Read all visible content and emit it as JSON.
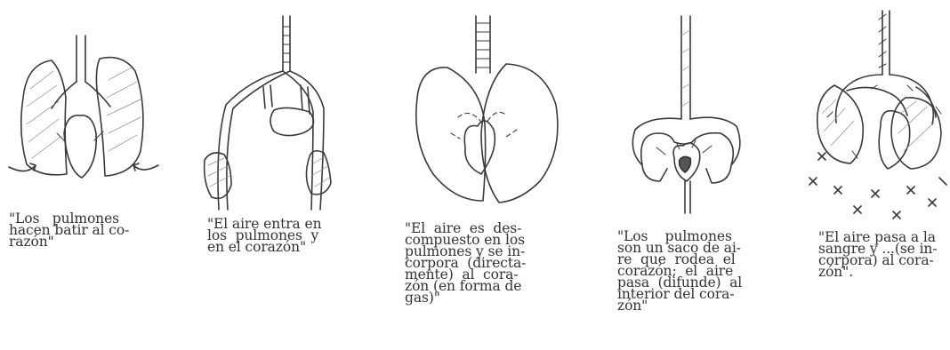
{
  "figures": [
    {
      "caption": "\"Los   pulmones\nhacen batir al co-\nrazón\""
    },
    {
      "caption": "\"El aire entra en\nlos  pulmones  y\nen el corazón\""
    },
    {
      "caption": "\"El  aire  es  des-\ncompuesto en los\npulmones y se in-\ncorpora  (directa-\nmente)  al  cora-\nzón (en forma de\ngas)\""
    },
    {
      "caption": "\"Los    pulmones\nson un saco de ai-\nre  que  rodea  el\ncorazón;  el  aire\npasa  (difunde)  al\ninterior del cora-\nzón\""
    },
    {
      "caption": "\"El aire pasa a la\nsangre y ...(se in-\ncorpora) al cora-\nzón\"."
    }
  ]
}
